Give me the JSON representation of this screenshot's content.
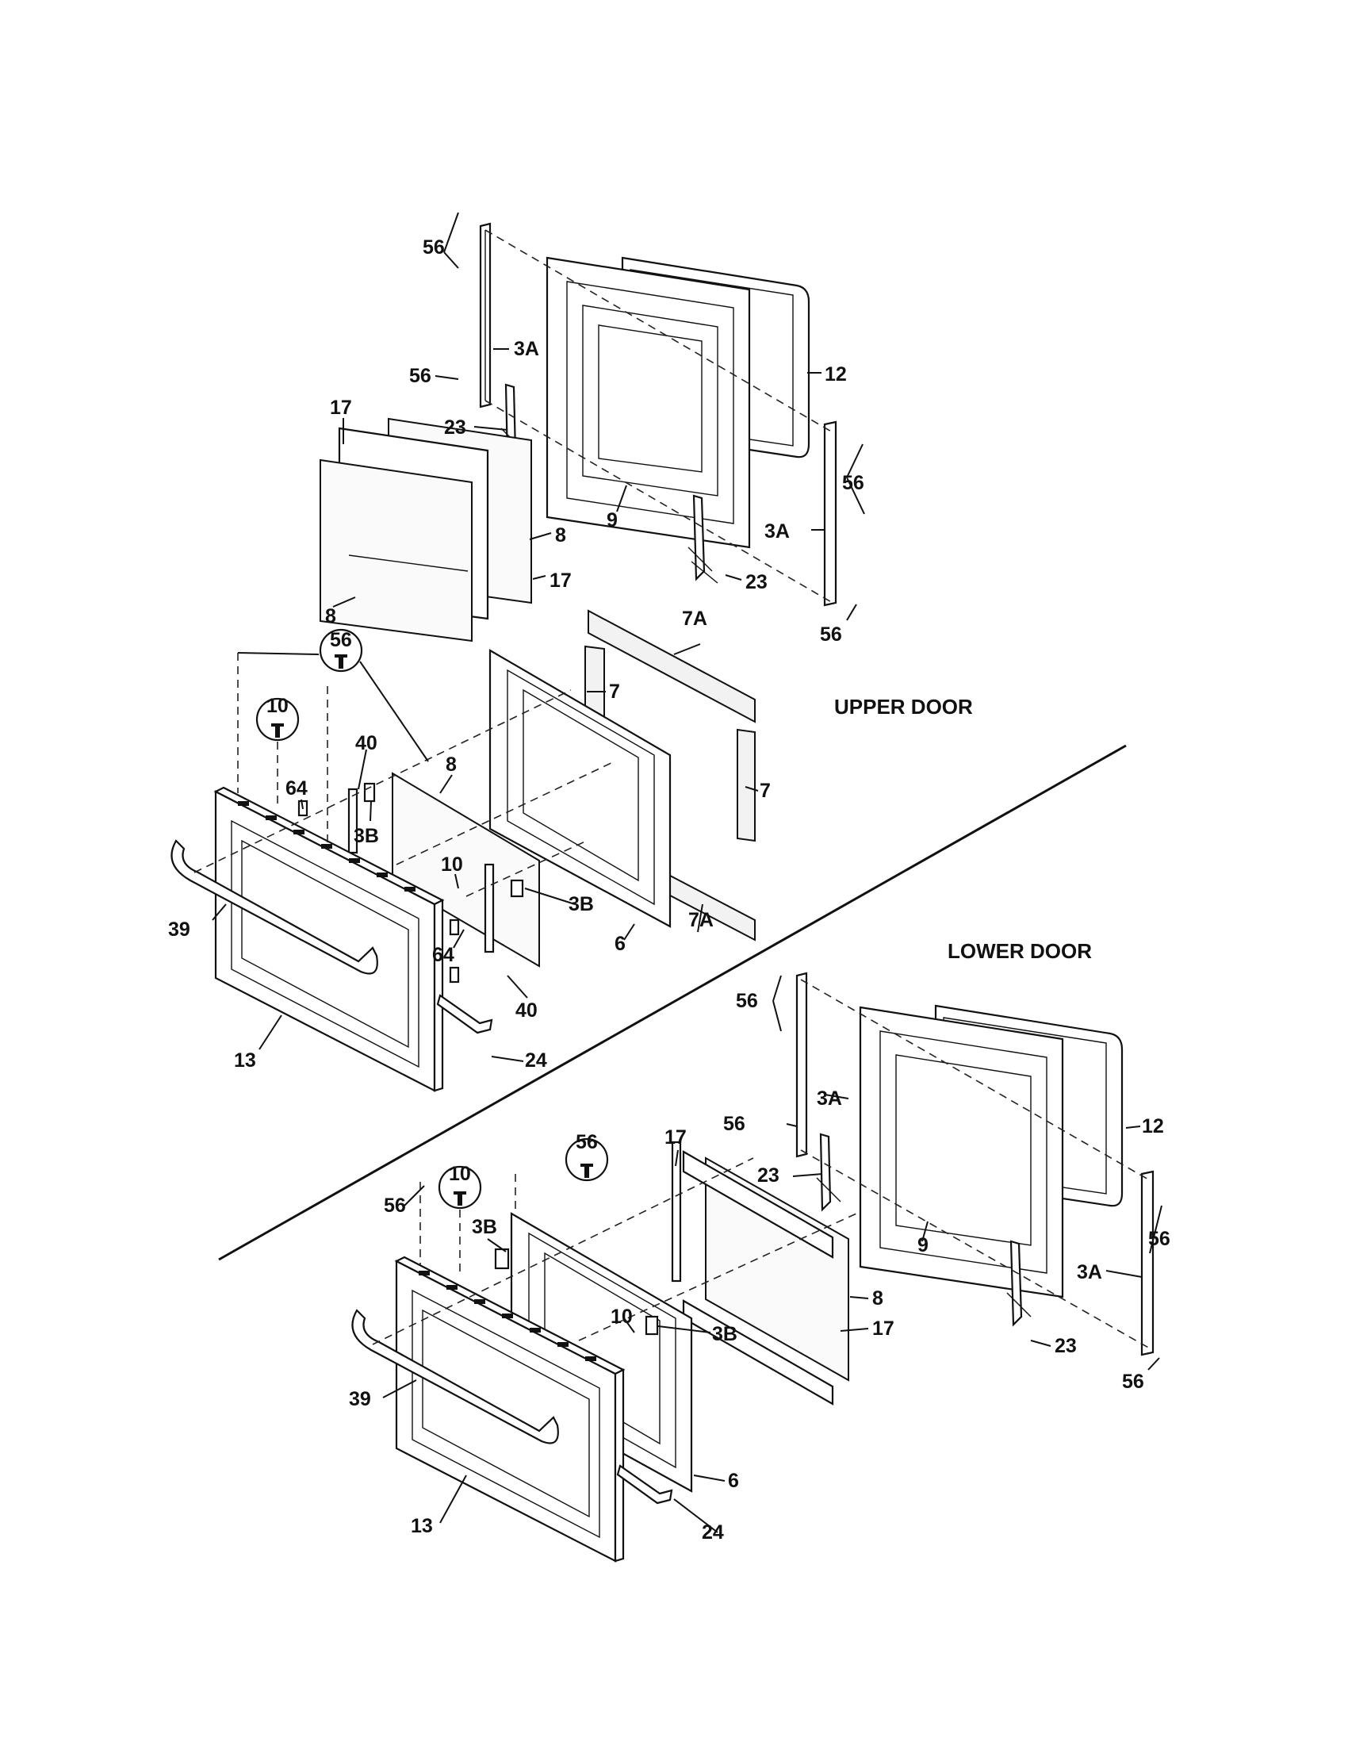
{
  "sections": {
    "upper": "UPPER DOOR",
    "lower": "LOWER DOOR"
  },
  "labels": [
    {
      "id": "u56a",
      "text": "56"
    },
    {
      "id": "u3a1",
      "text": "3A"
    },
    {
      "id": "u56b",
      "text": "56"
    },
    {
      "id": "u12",
      "text": "12"
    },
    {
      "id": "u17a",
      "text": "17"
    },
    {
      "id": "u23a",
      "text": "23"
    },
    {
      "id": "u56c",
      "text": "56"
    },
    {
      "id": "u9",
      "text": "9"
    },
    {
      "id": "u8a",
      "text": "8"
    },
    {
      "id": "u3a2",
      "text": "3A"
    },
    {
      "id": "u17b",
      "text": "17"
    },
    {
      "id": "u23b",
      "text": "23"
    },
    {
      "id": "u8b",
      "text": "8"
    },
    {
      "id": "u56d",
      "text": "56"
    },
    {
      "id": "u7a1",
      "text": "7A"
    },
    {
      "id": "u56e",
      "text": "56"
    },
    {
      "id": "u7a",
      "text": "7"
    },
    {
      "id": "u10a",
      "text": "10"
    },
    {
      "id": "u40a",
      "text": "40"
    },
    {
      "id": "u8c",
      "text": "8"
    },
    {
      "id": "u7b",
      "text": "7"
    },
    {
      "id": "u64a",
      "text": "64"
    },
    {
      "id": "u3b1",
      "text": "3B"
    },
    {
      "id": "u10b",
      "text": "10"
    },
    {
      "id": "u3b2",
      "text": "3B"
    },
    {
      "id": "u39",
      "text": "39"
    },
    {
      "id": "u6",
      "text": "6"
    },
    {
      "id": "u7a2",
      "text": "7A"
    },
    {
      "id": "u64b",
      "text": "64"
    },
    {
      "id": "u40b",
      "text": "40"
    },
    {
      "id": "u24",
      "text": "24"
    },
    {
      "id": "u13",
      "text": "13"
    },
    {
      "id": "l56a",
      "text": "56"
    },
    {
      "id": "l3a1",
      "text": "3A"
    },
    {
      "id": "l56b",
      "text": "56"
    },
    {
      "id": "l12",
      "text": "12"
    },
    {
      "id": "l56c",
      "text": "56"
    },
    {
      "id": "l17a",
      "text": "17"
    },
    {
      "id": "l10a",
      "text": "10"
    },
    {
      "id": "l23a",
      "text": "23"
    },
    {
      "id": "l56d",
      "text": "56"
    },
    {
      "id": "l3b1",
      "text": "3B"
    },
    {
      "id": "l9",
      "text": "9"
    },
    {
      "id": "l56e",
      "text": "56"
    },
    {
      "id": "l3a2",
      "text": "3A"
    },
    {
      "id": "l8",
      "text": "8"
    },
    {
      "id": "l17b",
      "text": "17"
    },
    {
      "id": "l23b",
      "text": "23"
    },
    {
      "id": "l10b",
      "text": "10"
    },
    {
      "id": "l3b2",
      "text": "3B"
    },
    {
      "id": "l39",
      "text": "39"
    },
    {
      "id": "l56f",
      "text": "56"
    },
    {
      "id": "l6",
      "text": "6"
    },
    {
      "id": "l24",
      "text": "24"
    },
    {
      "id": "l13",
      "text": "13"
    }
  ]
}
